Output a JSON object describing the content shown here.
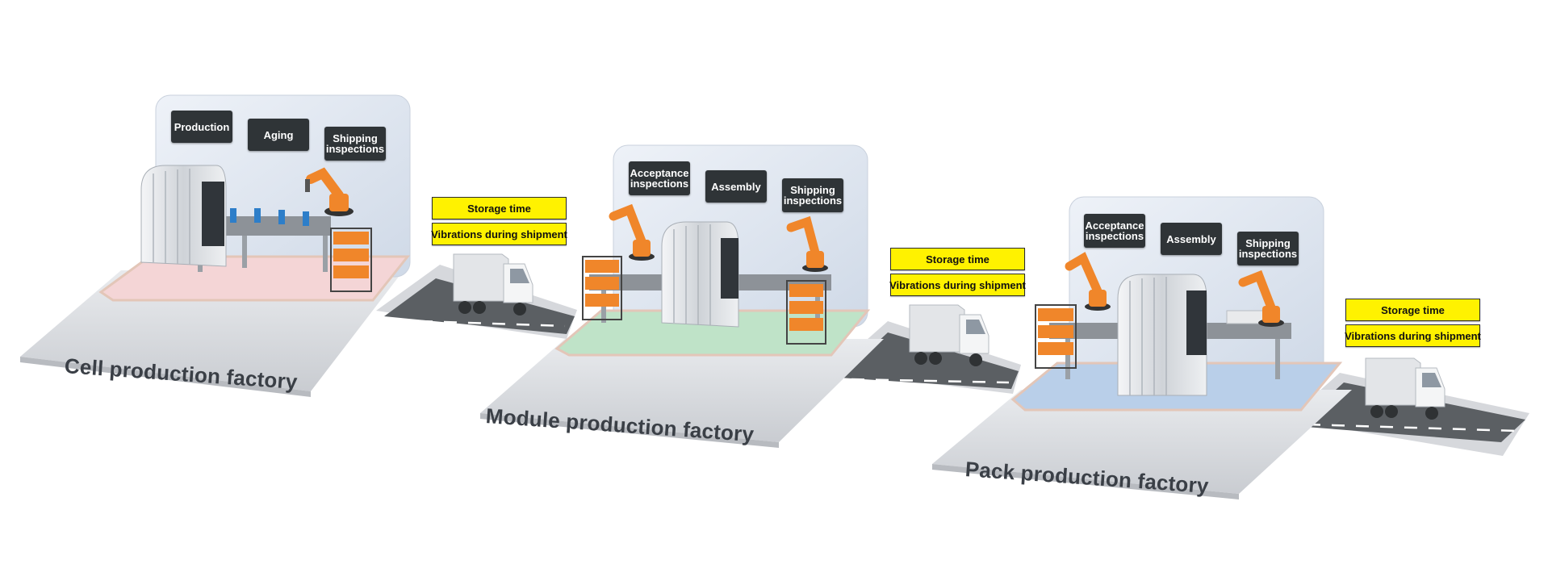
{
  "colors": {
    "cell_floor": "#f4d5d6",
    "module_floor": "#bfe3c8",
    "pack_floor": "#b9cfe9",
    "backdrop": "#dde6f2",
    "robot": "#f0862a",
    "label_dark": "#2f3437",
    "label_yellow": "#fff200",
    "road": "#5b5f63"
  },
  "stages": [
    {
      "title": "Cell production factory",
      "floor_icon": "cell-factory-floor",
      "processes": [
        "Production",
        "Aging",
        "Shipping\ninspections"
      ]
    },
    {
      "title": "Module production factory",
      "floor_icon": "module-factory-floor",
      "processes": [
        "Acceptance\ninspections",
        "Assembly",
        "Shipping\ninspections"
      ]
    },
    {
      "title": "Pack production factory",
      "floor_icon": "pack-factory-floor",
      "processes": [
        "Acceptance\ninspections",
        "Assembly",
        "Shipping\ninspections"
      ]
    }
  ],
  "shipments": [
    {
      "labels": [
        "Storage time",
        "Vibrations during shipment"
      ],
      "icon": "delivery-truck-icon"
    },
    {
      "labels": [
        "Storage time",
        "Vibrations during shipment"
      ],
      "icon": "delivery-truck-icon"
    },
    {
      "labels": [
        "Storage time",
        "Vibrations during shipment"
      ],
      "icon": "delivery-truck-icon"
    }
  ]
}
